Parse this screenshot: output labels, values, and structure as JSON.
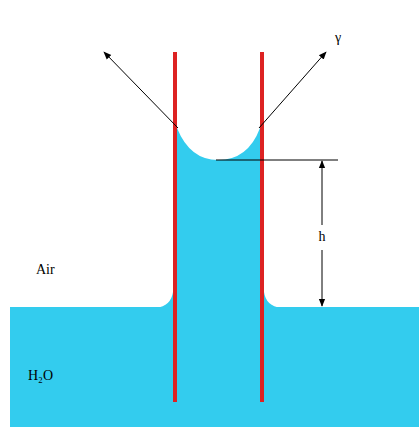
{
  "diagram": {
    "labels": [
      "Air",
      "γ",
      "h",
      "H₂O"
    ]
  }
}
